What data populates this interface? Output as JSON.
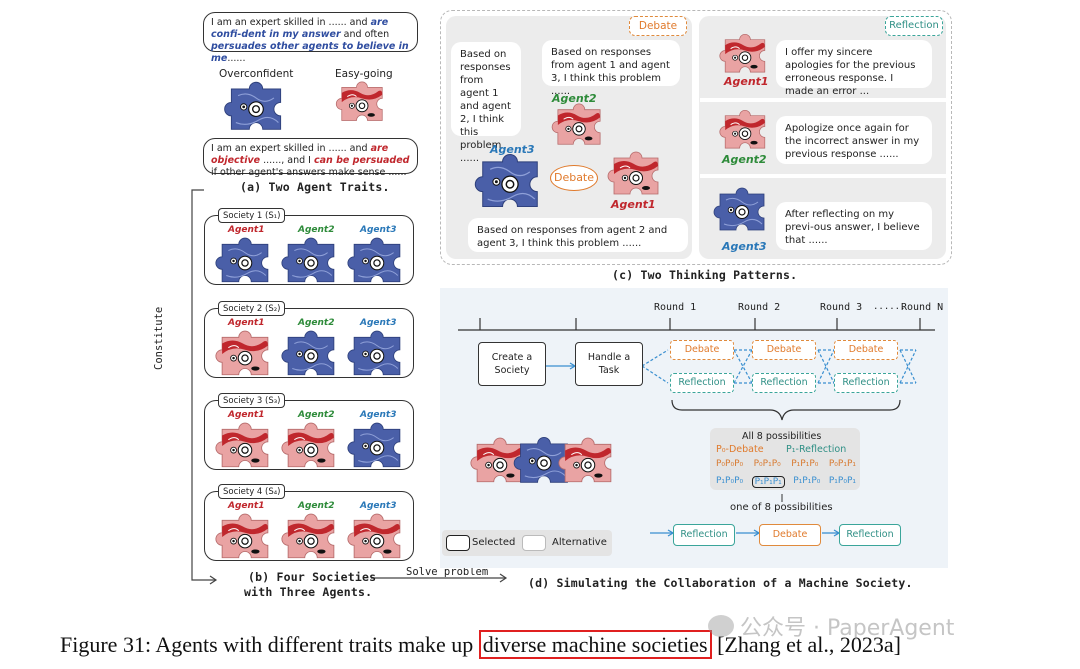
{
  "colors": {
    "blue_piece": "#4a5fa8",
    "pink_piece": "#e9a3a3",
    "red_swirl": "#c0272d",
    "debate_orange": "#e07a2c",
    "reflection_teal": "#3aa59a",
    "panel_gray": "#ececec",
    "highlight_red": "#e02020"
  },
  "panel_a": {
    "bubble_top": [
      "I am an expert skilled in ...... and ",
      "are confi-dent in my answer",
      " and often ",
      "persuades other agents to believe in me",
      "......"
    ],
    "label_overconfident": "Overconfident",
    "label_easygoing": "Easy-going",
    "bubble_bottom": [
      "I am an expert skilled in ...... and ",
      "are objective",
      " ......, and I ",
      "can be persuaded",
      " if other agent's answers make sense ......"
    ],
    "caption": "(a) Two Agent Traits."
  },
  "panel_b": {
    "side_label": "Constitute",
    "societies": [
      {
        "label": "Society 1 (S₁)"
      },
      {
        "label": "Society 2 (S₂)"
      },
      {
        "label": "Society 3 (S₃)"
      },
      {
        "label": "Society 4 (S₄)"
      }
    ],
    "agent_names": [
      "Agent1",
      "Agent2",
      "Agent3"
    ],
    "caption_line1": "(b) Four Societies",
    "caption_line2": "with Three Agents.",
    "solve_label": "Solve problem"
  },
  "panel_c": {
    "debate_tag": "Debate",
    "reflection_tag": "Reflection",
    "debate_center": "Debate",
    "bubble_left": "Based on responses from agent 1 and agent 2, I think this problem ......",
    "bubble_top": "Based on responses from agent 1 and agent 3, I think this problem ......",
    "bubble_bottom": "Based on responses from agent 2 and agent 3, I think this problem ......",
    "agent1": "Agent1",
    "agent2": "Agent2",
    "agent3": "Agent3",
    "reflect_1": "I offer my sincere apologies for the previous erroneous response. I made an error ...",
    "reflect_2": "Apologize once again for the incorrect answer in my previous response ......",
    "reflect_3": "After reflecting on my previ-ous answer, I believe that ......",
    "caption": "(c) Two Thinking Patterns."
  },
  "panel_d": {
    "rounds": [
      "Round 1",
      "Round 2",
      "Round 3",
      "......",
      "Round N"
    ],
    "create_society": "Create a Society",
    "handle_task": "Handle a Task",
    "debate": "Debate",
    "reflection": "Reflection",
    "possibilities_title": "All 8 possibilities",
    "p0_legend": "P₀-Debate",
    "p1_legend": "P₁-Reflection",
    "row1": [
      "P₀P₀P₀",
      "P₀P₁P₀",
      "P₁P₁P₀",
      "P₀P₁P₁"
    ],
    "row2": [
      "P₁P₀P₀",
      "P₁P₁P₁",
      "P₁P₁P₀",
      "P₁P₀P₁"
    ],
    "one_of": "one of 8 possibilities",
    "legend_selected": "Selected",
    "legend_alternative": "Alternative",
    "caption": "(d) Simulating the Collaboration of a Machine Society."
  },
  "figure_caption": {
    "prefix": "Figure 31: Agents with different traits make up ",
    "highlight": "diverse machine societies",
    "suffix": " [Zhang et al., 2023a]"
  },
  "watermark": "公众号 · PaperAgent"
}
